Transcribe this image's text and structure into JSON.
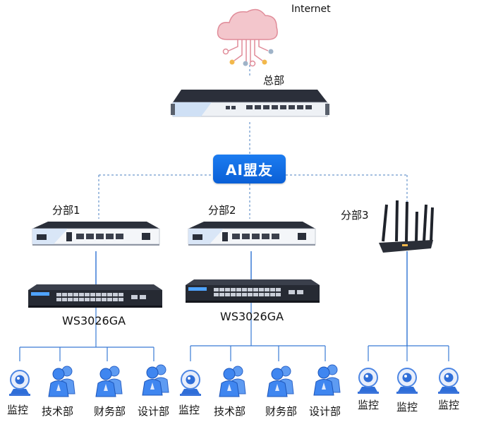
{
  "internet_label": "Internet",
  "hq_label": "总部",
  "ai_label": "AI盟友",
  "branches": [
    {
      "label": "分部1",
      "switch_model": "WS3026GA",
      "endpoints": [
        "监控",
        "技术部",
        "财务部",
        "设计部"
      ]
    },
    {
      "label": "分部2",
      "switch_model": "WS3026GA",
      "endpoints": [
        "监控",
        "技术部",
        "财务部",
        "设计部"
      ]
    },
    {
      "label": "分部3",
      "endpoints": [
        "监控",
        "监控",
        "监控"
      ]
    }
  ],
  "colors": {
    "ai_box": "#0a5fd6",
    "solid_link": "#3a7bd5",
    "dashed_link": "#4a7fc1",
    "cloud": "#e89aa6",
    "person": "#3f86f0",
    "device_dark": "#2b2f3a"
  },
  "icons": [
    "cloud-icon",
    "firewall-icon",
    "gateway-icon",
    "switch-icon",
    "router-icon",
    "camera-icon",
    "person-icon"
  ]
}
